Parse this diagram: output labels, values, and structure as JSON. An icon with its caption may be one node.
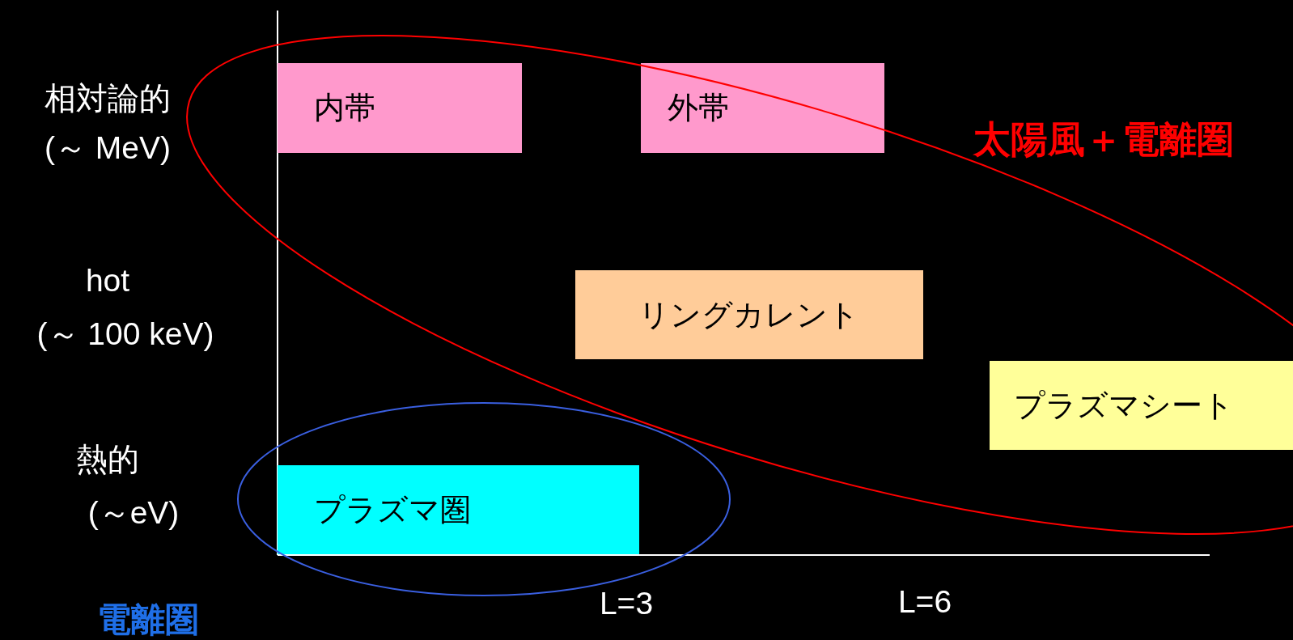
{
  "diagram": {
    "nodes": [
      {
        "text": [
          "内帯"
        ]
      },
      {
        "text": [
          "外帯"
        ]
      },
      {
        "text": [
          "リングカレント"
        ]
      },
      {
        "text": [
          "プラズマシート"
        ]
      },
      {
        "text": [
          "プラズマ圏"
        ]
      }
    ],
    "labels": [
      "相対論的",
      "(～ MeV)",
      "太陽風＋電離圏",
      "hot",
      "(～ 100 keV)",
      "熱的",
      "(～eV)",
      "L=3",
      "L=6",
      "電離圏"
    ]
  }
}
